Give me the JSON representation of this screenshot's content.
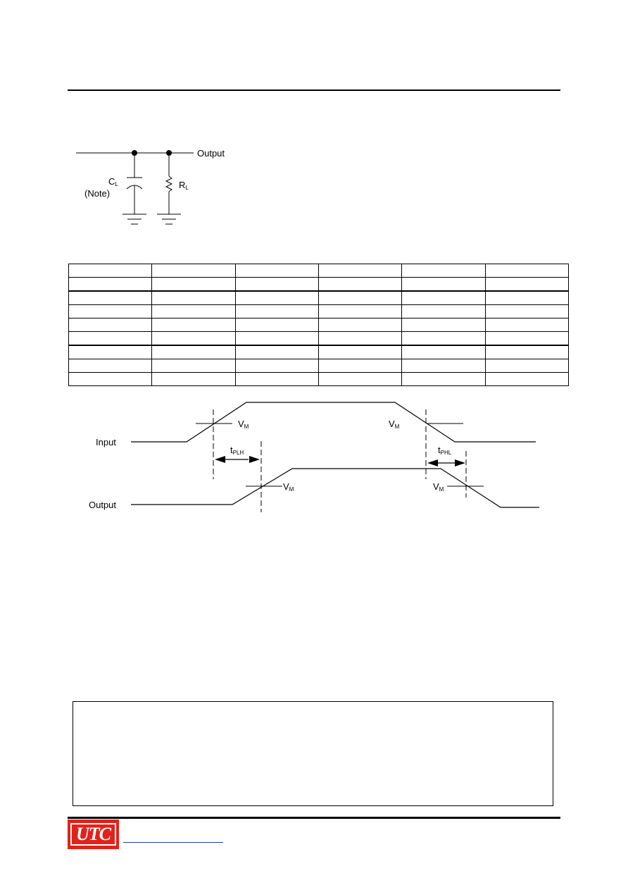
{
  "circuit": {
    "output_label": "Output",
    "cap_label": "C",
    "cap_sub": "L",
    "cap_note": "(Note)",
    "res_label": "R",
    "res_sub": "L"
  },
  "timing": {
    "input_label": "Input",
    "output_label": "Output",
    "vm_label": "V",
    "vm_sub": "M",
    "tplh_label": "t",
    "tplh_sub": "PLH",
    "tphl_label": "t",
    "tphl_sub": "PHL"
  },
  "table": {
    "rows": [
      [
        "",
        "",
        "",
        "",
        "",
        ""
      ],
      [
        "",
        "",
        "",
        "",
        "",
        ""
      ],
      [
        "",
        "",
        "",
        "",
        "",
        ""
      ],
      [
        "",
        "",
        "",
        "",
        "",
        ""
      ],
      [
        "",
        "",
        "",
        "",
        "",
        ""
      ],
      [
        "",
        "",
        "",
        "",
        "",
        ""
      ],
      [
        "",
        "",
        "",
        "",
        "",
        ""
      ],
      [
        "",
        "",
        "",
        "",
        "",
        ""
      ],
      [
        "",
        "",
        "",
        "",
        "",
        ""
      ]
    ]
  },
  "footer": {
    "logo_text": "UTC"
  },
  "colors": {
    "logo_red": "#e32119",
    "link_blue": "#1f3fbf"
  }
}
